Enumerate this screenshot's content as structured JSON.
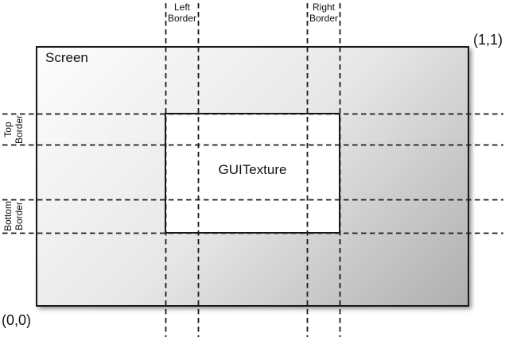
{
  "labels": {
    "screen": "Screen",
    "gui_texture": "GUITexture",
    "coord_top_right": "(1,1)",
    "coord_bottom_left": "(0,0)",
    "left_border": [
      "Left",
      "Border"
    ],
    "right_border": [
      "Right",
      "Border"
    ],
    "top_border": [
      "Top",
      "Border"
    ],
    "bottom_border": [
      "Bottom",
      "Border"
    ]
  },
  "colors": {
    "background": "#ffffff",
    "screen_gradient_start": "#fdfdfd",
    "screen_gradient_mid": "#e7e7e7",
    "screen_gradient_end": "#afafaf",
    "line": "#1a1a1a",
    "texture_fill": "#ffffff",
    "text": "#111111"
  }
}
